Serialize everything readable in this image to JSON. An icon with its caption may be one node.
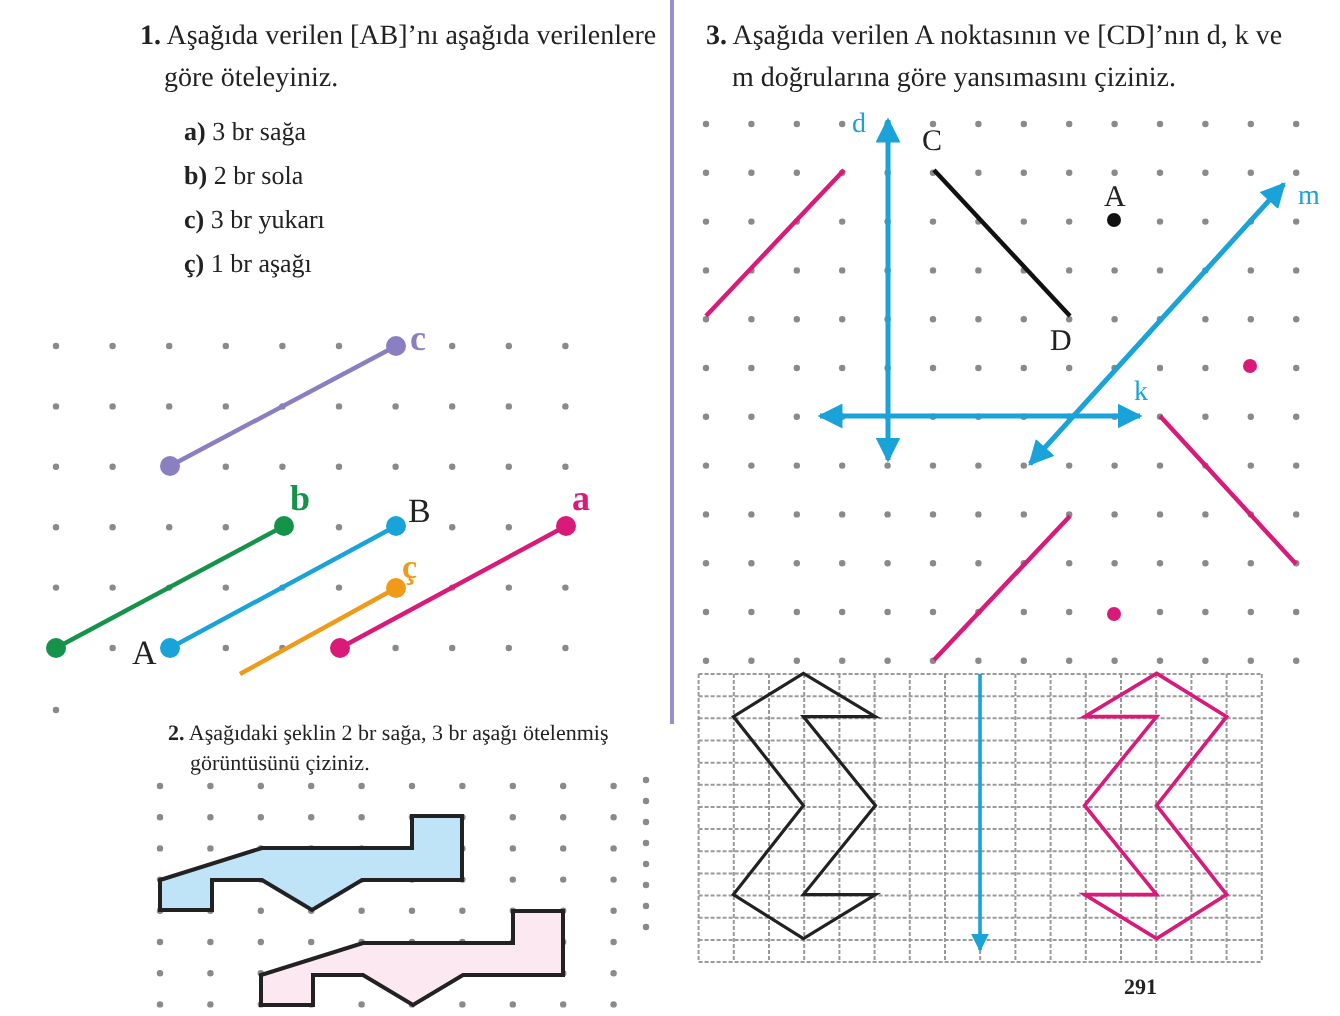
{
  "diagram": {
    "labels": [
      "**1.** Aşağıda verilen [AB]’nı aşağıda verilenlere göre öteleyiniz.",
      "**a)** 3 br sağa",
      "**b)** 2 br sola",
      "**c)** 3 br yukarı",
      "**ç)** 1 br aşağı",
      "c",
      "b",
      "B",
      "a",
      "ç",
      "A",
      "**2.** Aşağıdaki şeklin 2 br sağa, 3 br aşağı ötelenmiş görüntüsünü çiziniz.",
      "**3.** Aşağıda verilen A noktasının ve [CD]’nın d, k ve m doğrularına göre yansımasını çiziniz.",
      "d",
      "C",
      "A",
      "m",
      "D",
      "k",
      "291"
    ]
  }
}
